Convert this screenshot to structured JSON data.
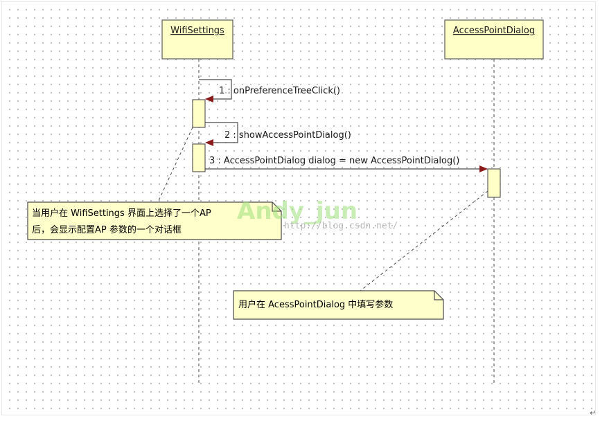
{
  "lifelines": [
    {
      "name": "WifiSettings"
    },
    {
      "name": "AccessPointDialog"
    }
  ],
  "messages": [
    {
      "label": "1 : onPreferenceTreeClick()"
    },
    {
      "label": "2 : showAccessPointDialog()"
    },
    {
      "label": "3 : AccessPointDialog dialog = new AccessPointDialog()"
    }
  ],
  "notes": [
    {
      "lines": [
        "当用户在 WifiSettings 界面上选择了一个AP",
        "后，会显示配置AP 参数的一个对话框"
      ]
    },
    {
      "lines": [
        "用户在 AcessPointDialog 中填写参数"
      ]
    }
  ],
  "watermark": {
    "text": "Andy_jun",
    "url": "http://blog.csdn.net/"
  },
  "return_mark": "↵",
  "colors": {
    "box_fill": "#ffffc8",
    "box_stroke": "#5a5a5a",
    "note_fill": "#ffffcc",
    "arrow": "#8b1a1a",
    "line": "#4a4a4a"
  }
}
